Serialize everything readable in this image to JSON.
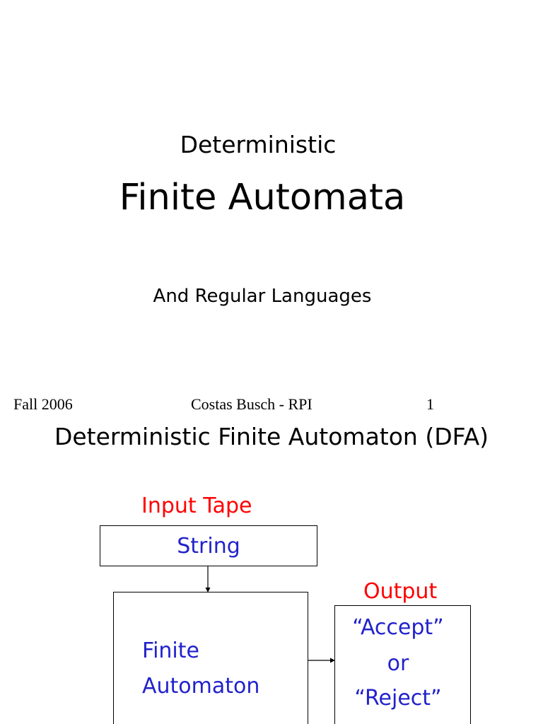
{
  "slide1": {
    "subtitle": "Deterministic",
    "title": "Finite Automata",
    "subtitle2": "And Regular Languages",
    "footer": {
      "left": "Fall 2006",
      "center": "Costas Busch - RPI",
      "right": "1"
    }
  },
  "slide2": {
    "title": "Deterministic Finite Automaton (DFA)",
    "input_label": "Input Tape",
    "tape_text": "String",
    "automaton_line1": "Finite",
    "automaton_line2": "Automaton",
    "output_label": "Output",
    "output_accept": "“Accept”",
    "output_or": "or",
    "output_reject": "“Reject”"
  },
  "colors": {
    "label_red": "#ff0000",
    "text_blue": "#2222cc"
  }
}
